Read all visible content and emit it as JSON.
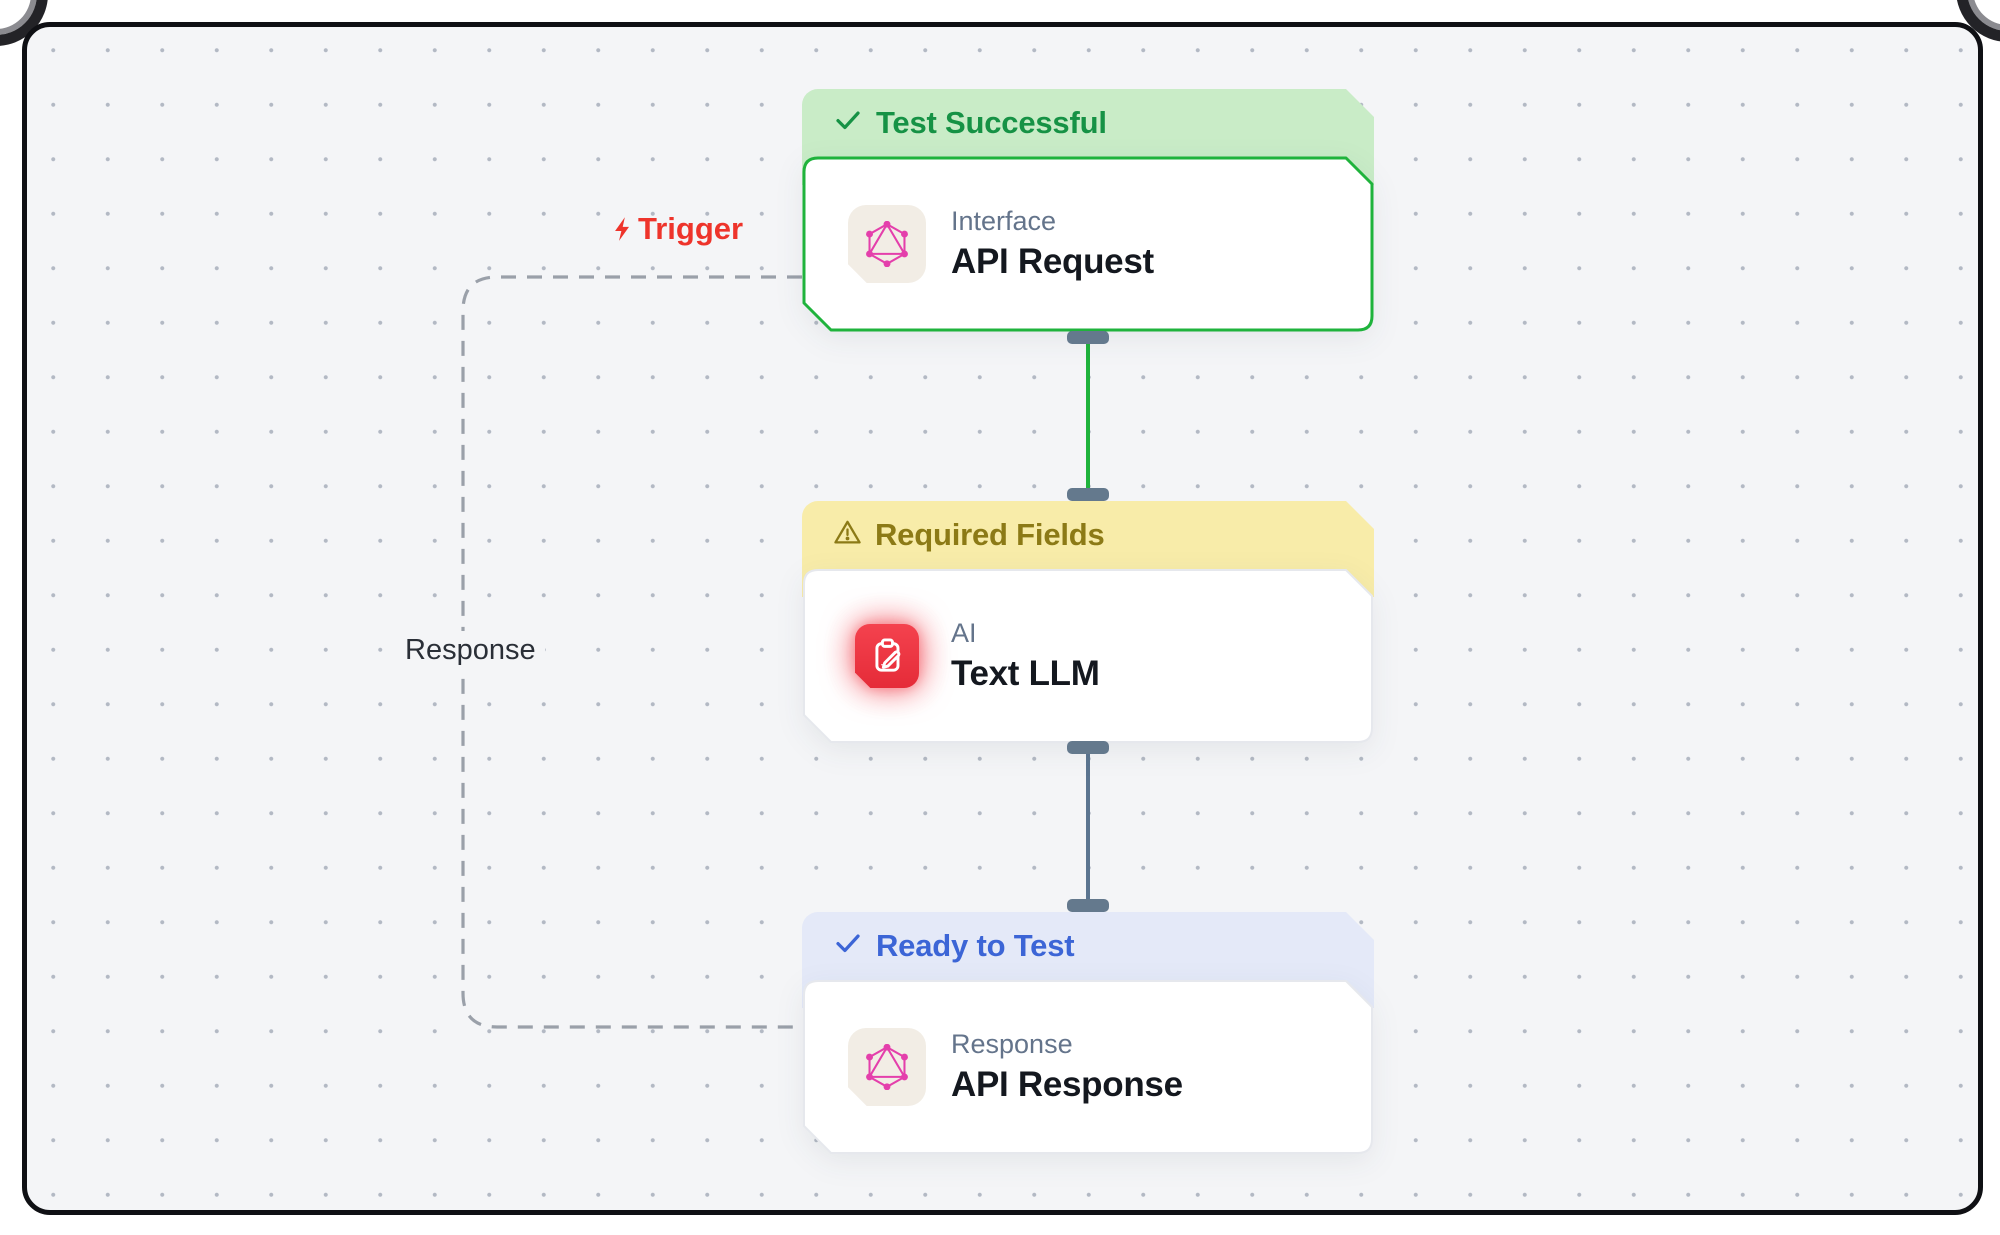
{
  "diagram": {
    "trigger_label": "Trigger",
    "response_label": "Response",
    "nodes": [
      {
        "status": "Test Successful",
        "status_icon": "check",
        "category": "Interface",
        "title": "API Request",
        "icon": "graphql-icon",
        "banner_bg": "#c9ecc7",
        "banner_text_color": "#169245",
        "border_color": "#1fb33c"
      },
      {
        "status": "Required Fields",
        "status_icon": "warning",
        "category": "AI",
        "title": "Text LLM",
        "icon": "clipboard-pencil-icon",
        "banner_bg": "#f8eca9",
        "banner_text_color": "#8c7a16",
        "border_color": "#e6e8ed"
      },
      {
        "status": "Ready to Test",
        "status_icon": "check",
        "category": "Response",
        "title": "API Response",
        "icon": "graphql-icon",
        "banner_bg": "#e4e9f8",
        "banner_text_color": "#3c65d6",
        "border_color": "#e6e8ed"
      }
    ],
    "colors": {
      "canvas_bg": "#f4f5f7",
      "frame_border": "#0f1014",
      "dashed_edge": "#9aa0a9",
      "connector_green": "#1fb33c",
      "connector_slate": "#5b7590",
      "handle": "#64798d",
      "graphql_pink": "#e43fab",
      "ai_icon_red": "#ee3440",
      "trigger_red": "#ee342b"
    }
  }
}
